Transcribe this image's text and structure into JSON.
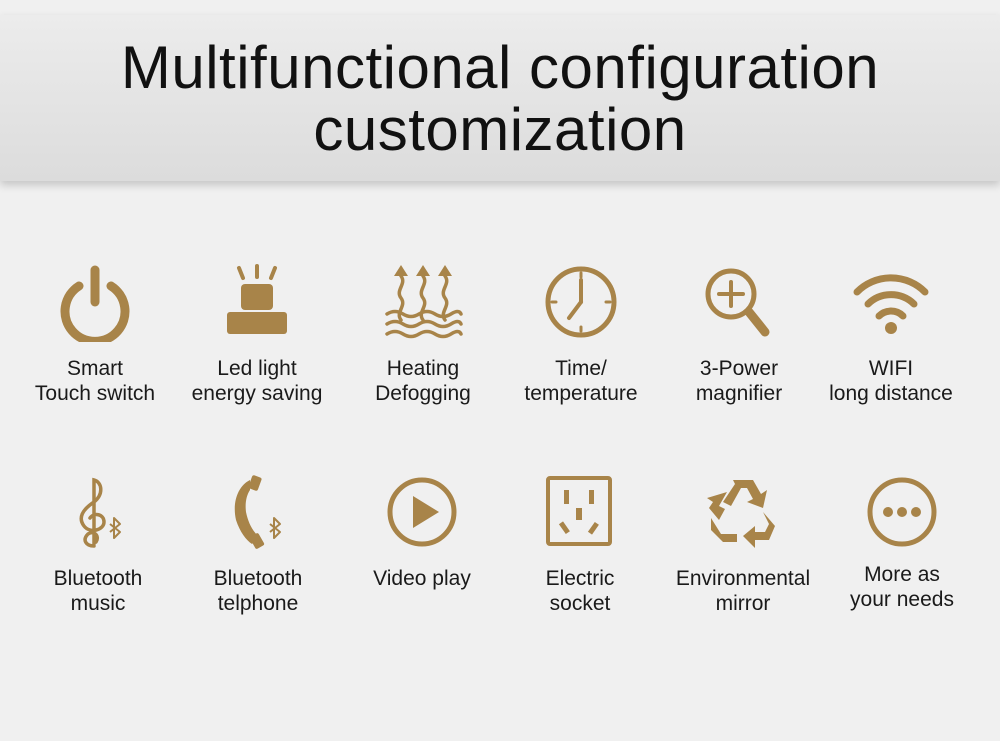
{
  "header": {
    "title_line1": "Multifunctional configuration",
    "title_line2": "customization"
  },
  "colors": {
    "accent": "#a88449",
    "header_bg": "#e2e2e2",
    "page_bg": "#f0f0f0"
  },
  "features": [
    {
      "icon": "power-icon",
      "line1": "Smart",
      "line2": "Touch switch"
    },
    {
      "icon": "led-light-icon",
      "line1": "Led light",
      "line2": "energy saving"
    },
    {
      "icon": "heating-icon",
      "line1": "Heating",
      "line2": "Defogging"
    },
    {
      "icon": "clock-icon",
      "line1": "Time/",
      "line2": "temperature"
    },
    {
      "icon": "magnifier-icon",
      "line1": "3-Power",
      "line2": "magnifier"
    },
    {
      "icon": "wifi-icon",
      "line1": "WIFI",
      "line2": "long distance"
    },
    {
      "icon": "music-bluetooth-icon",
      "line1": "Bluetooth",
      "line2": "music"
    },
    {
      "icon": "phone-bluetooth-icon",
      "line1": "Bluetooth",
      "line2": "telphone"
    },
    {
      "icon": "play-icon",
      "line1": "Video play",
      "line2": ""
    },
    {
      "icon": "socket-icon",
      "line1": "Electric",
      "line2": "socket"
    },
    {
      "icon": "recycle-icon",
      "line1": "Environmental",
      "line2": "mirror"
    },
    {
      "icon": "more-icon",
      "line1": "More as",
      "line2": "your needs"
    }
  ]
}
